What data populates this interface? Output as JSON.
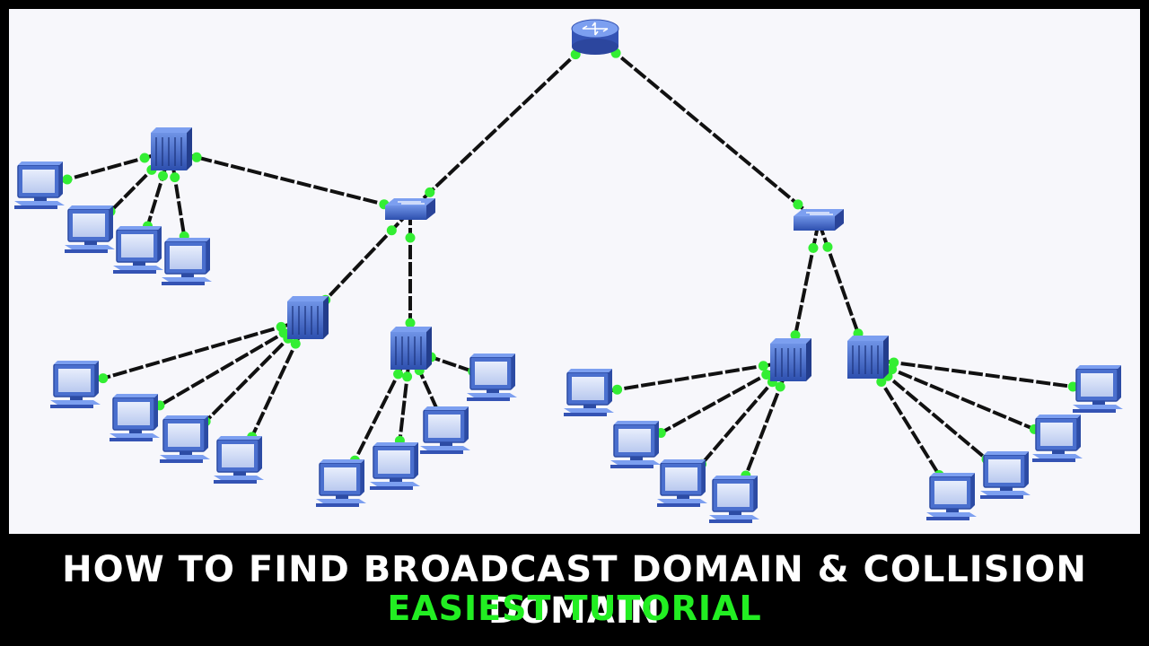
{
  "caption": {
    "title": "HOW TO FIND BROADCAST DOMAIN & COLLISION DOMAIN",
    "subtitle": "EASIEST TUTORIAL"
  },
  "colors": {
    "background": "#000000",
    "canvas": "#f7f7fb",
    "title": "#ffffff",
    "subtitle": "#22ee22",
    "link": "#111111",
    "link_status": "#33ee33",
    "device": "#3d63c4"
  },
  "topology": {
    "nodes": [
      {
        "id": "router",
        "type": "router",
        "icon": "router-icon"
      },
      {
        "id": "switch-left",
        "type": "switch",
        "icon": "switch-icon"
      },
      {
        "id": "switch-right",
        "type": "switch",
        "icon": "switch-icon"
      },
      {
        "id": "hub-a",
        "type": "hub",
        "icon": "hub-icon"
      },
      {
        "id": "hub-b",
        "type": "hub",
        "icon": "hub-icon"
      },
      {
        "id": "hub-c",
        "type": "hub",
        "icon": "hub-icon"
      },
      {
        "id": "hub-d",
        "type": "hub",
        "icon": "hub-icon"
      },
      {
        "id": "hub-e",
        "type": "hub",
        "icon": "hub-icon"
      },
      {
        "id": "pc-a1",
        "type": "pc",
        "icon": "pc-icon"
      },
      {
        "id": "pc-a2",
        "type": "pc",
        "icon": "pc-icon"
      },
      {
        "id": "pc-a3",
        "type": "pc",
        "icon": "pc-icon"
      },
      {
        "id": "pc-a4",
        "type": "pc",
        "icon": "pc-icon"
      },
      {
        "id": "pc-b1",
        "type": "pc",
        "icon": "pc-icon"
      },
      {
        "id": "pc-b2",
        "type": "pc",
        "icon": "pc-icon"
      },
      {
        "id": "pc-b3",
        "type": "pc",
        "icon": "pc-icon"
      },
      {
        "id": "pc-b4",
        "type": "pc",
        "icon": "pc-icon"
      },
      {
        "id": "pc-c1",
        "type": "pc",
        "icon": "pc-icon"
      },
      {
        "id": "pc-c2",
        "type": "pc",
        "icon": "pc-icon"
      },
      {
        "id": "pc-c3",
        "type": "pc",
        "icon": "pc-icon"
      },
      {
        "id": "pc-c4",
        "type": "pc",
        "icon": "pc-icon"
      },
      {
        "id": "pc-d1",
        "type": "pc",
        "icon": "pc-icon"
      },
      {
        "id": "pc-d2",
        "type": "pc",
        "icon": "pc-icon"
      },
      {
        "id": "pc-d3",
        "type": "pc",
        "icon": "pc-icon"
      },
      {
        "id": "pc-d4",
        "type": "pc",
        "icon": "pc-icon"
      },
      {
        "id": "pc-e1",
        "type": "pc",
        "icon": "pc-icon"
      },
      {
        "id": "pc-e2",
        "type": "pc",
        "icon": "pc-icon"
      },
      {
        "id": "pc-e3",
        "type": "pc",
        "icon": "pc-icon"
      },
      {
        "id": "pc-e4",
        "type": "pc",
        "icon": "pc-icon"
      }
    ],
    "links": [
      {
        "from": "router",
        "to": "switch-left"
      },
      {
        "from": "router",
        "to": "switch-right"
      },
      {
        "from": "switch-left",
        "to": "hub-a"
      },
      {
        "from": "switch-left",
        "to": "hub-b"
      },
      {
        "from": "switch-left",
        "to": "hub-c"
      },
      {
        "from": "switch-right",
        "to": "hub-d"
      },
      {
        "from": "switch-right",
        "to": "hub-e"
      },
      {
        "from": "hub-a",
        "to": "pc-a1"
      },
      {
        "from": "hub-a",
        "to": "pc-a2"
      },
      {
        "from": "hub-a",
        "to": "pc-a3"
      },
      {
        "from": "hub-a",
        "to": "pc-a4"
      },
      {
        "from": "hub-b",
        "to": "pc-b1"
      },
      {
        "from": "hub-b",
        "to": "pc-b2"
      },
      {
        "from": "hub-b",
        "to": "pc-b3"
      },
      {
        "from": "hub-b",
        "to": "pc-b4"
      },
      {
        "from": "hub-c",
        "to": "pc-c1"
      },
      {
        "from": "hub-c",
        "to": "pc-c2"
      },
      {
        "from": "hub-c",
        "to": "pc-c3"
      },
      {
        "from": "hub-c",
        "to": "pc-c4"
      },
      {
        "from": "hub-d",
        "to": "pc-d1"
      },
      {
        "from": "hub-d",
        "to": "pc-d2"
      },
      {
        "from": "hub-d",
        "to": "pc-d3"
      },
      {
        "from": "hub-d",
        "to": "pc-d4"
      },
      {
        "from": "hub-e",
        "to": "pc-e1"
      },
      {
        "from": "hub-e",
        "to": "pc-e2"
      },
      {
        "from": "hub-e",
        "to": "pc-e3"
      },
      {
        "from": "hub-e",
        "to": "pc-e4"
      }
    ]
  }
}
